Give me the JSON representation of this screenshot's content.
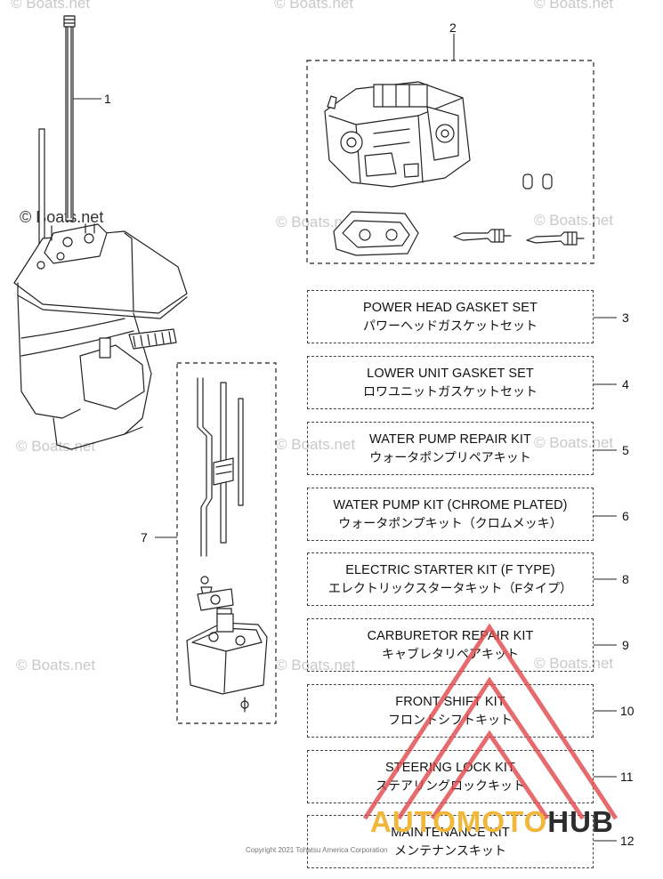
{
  "watermark": "© Boats.net",
  "copyright": "Copyright 2021 Tohatsu America Corporation",
  "brand": {
    "part1": "AUTOMOTO",
    "part2": "HUB",
    "colors": {
      "part1": "#f0b73a",
      "part2": "#2c2c2c",
      "triangle": "#e1474c"
    }
  },
  "callouts": {
    "c1": "1",
    "c2": "2",
    "c7": "7"
  },
  "kits": [
    {
      "num": "3",
      "en": "POWER HEAD GASKET SET",
      "jp": "パワーヘッドガスケットセット"
    },
    {
      "num": "4",
      "en": "LOWER UNIT GASKET SET",
      "jp": "ロワユニットガスケットセット"
    },
    {
      "num": "5",
      "en": "WATER PUMP REPAIR KIT",
      "jp": "ウォータポンプリペアキット"
    },
    {
      "num": "6",
      "en": "WATER PUMP KIT (CHROME PLATED)",
      "jp": "ウォータポンプキット（クロムメッキ）"
    },
    {
      "num": "8",
      "en": "ELECTRIC STARTER KIT (F TYPE)",
      "jp": "エレクトリックスタータキット（Fタイプ）"
    },
    {
      "num": "9",
      "en": "CARBURETOR REPAIR KIT",
      "jp": "キャブレタリペアキット"
    },
    {
      "num": "10",
      "en": "FRONT SHIFT KIT",
      "jp": "フロントシフトキット"
    },
    {
      "num": "11",
      "en": "STEERING LOCK KIT",
      "jp": "ステアリングロックキット"
    },
    {
      "num": "12",
      "en": "MAINTENANCE KIT",
      "jp": "メンテナンスキット"
    }
  ]
}
